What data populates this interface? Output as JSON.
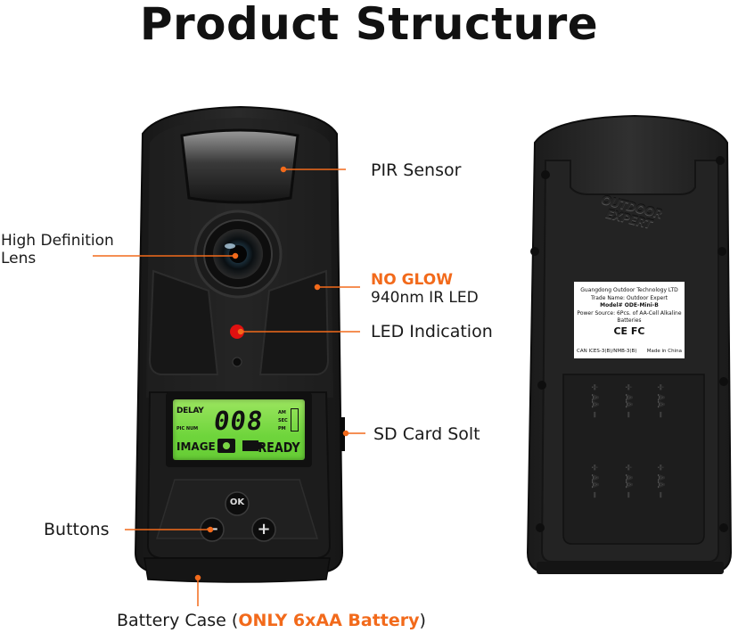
{
  "title": "Product Structure",
  "callouts": {
    "pir_sensor": "PIR Sensor",
    "lens_line1": "High Definition",
    "lens_line2": "Lens",
    "no_glow": "NO GLOW",
    "ir_led": "940nm IR LED",
    "led_indication": "LED Indication",
    "sd_card": "SD Card Solt",
    "buttons": "Buttons",
    "battery_case_prefix": "Battery Case (",
    "battery_case_highlight": "ONLY 6xAA Battery",
    "battery_case_suffix": ")"
  },
  "lcd": {
    "delay": "DELAY",
    "digits": "008",
    "image": "IMAGE :",
    "ready": "READY",
    "am": "AM",
    "sec": "SEC",
    "pm": "PM",
    "pic_num": "PIC NUM"
  },
  "buttons": {
    "ok": "OK",
    "minus": "−",
    "plus": "+"
  },
  "label_plate": {
    "company": "Guangdong Outdoor Technology LTD",
    "trade_name": "Trade Name: Outdoor Expert",
    "model": "Model# ODE-Mini-B",
    "power": "Power Source: 6Pcs. of AA-Cell Alkaline Batteries",
    "certs": "CE FC",
    "ices": "CAN ICES-3(B)/NMB-3(B)",
    "made_in": "Made in China"
  },
  "emboss": {
    "line1": "OUTDOOR",
    "line2": "EXPERT"
  },
  "aa_mark": "+ AA −",
  "colors": {
    "accent_orange": "#f26a1b",
    "lcd_green": "#7ad645",
    "body_dark": "#1e1e1e"
  }
}
